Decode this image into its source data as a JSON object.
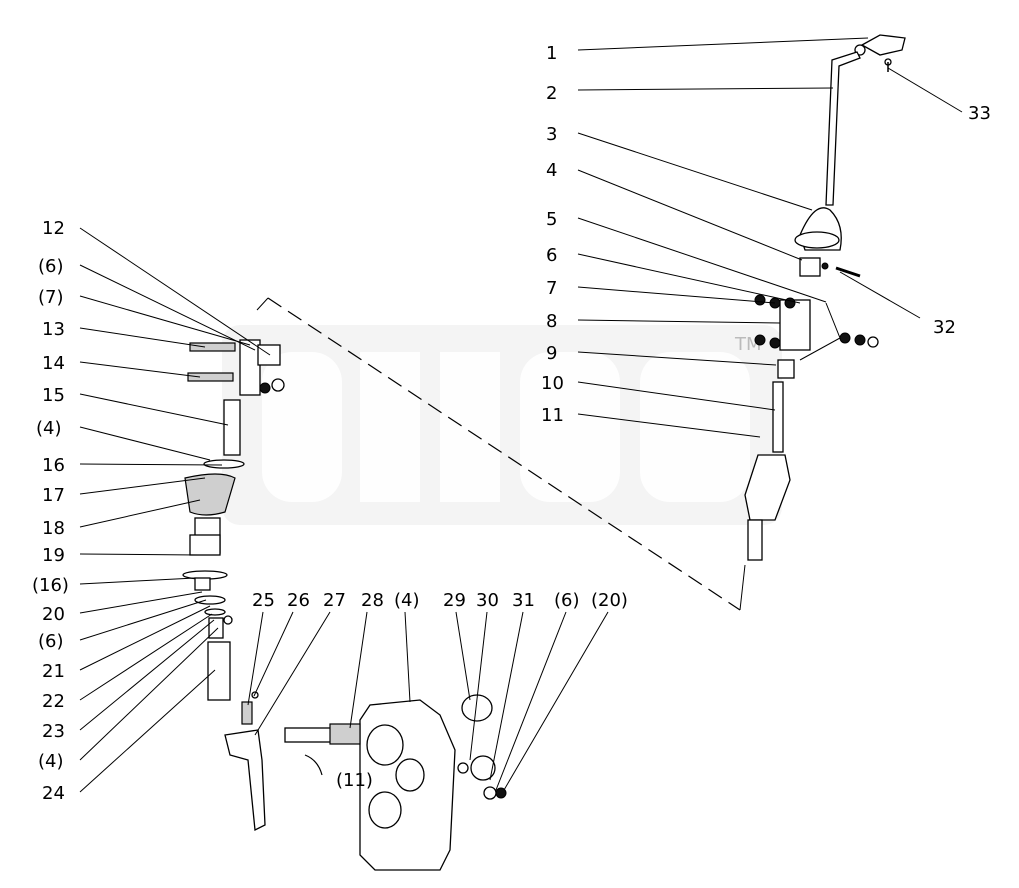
{
  "diagram": {
    "watermark_text": "TM",
    "callouts": [
      {
        "id": "c1",
        "text": "1"
      },
      {
        "id": "c2",
        "text": "2"
      },
      {
        "id": "c3",
        "text": "3"
      },
      {
        "id": "c4",
        "text": "4"
      },
      {
        "id": "c5",
        "text": "5"
      },
      {
        "id": "c6",
        "text": "6"
      },
      {
        "id": "c7",
        "text": "7"
      },
      {
        "id": "c8",
        "text": "8"
      },
      {
        "id": "c9",
        "text": "9"
      },
      {
        "id": "c10",
        "text": "10"
      },
      {
        "id": "c11",
        "text": "11"
      },
      {
        "id": "c32",
        "text": "32"
      },
      {
        "id": "c33",
        "text": "33"
      },
      {
        "id": "l12",
        "text": "12"
      },
      {
        "id": "l6",
        "text": "(6)"
      },
      {
        "id": "l7",
        "text": "(7)"
      },
      {
        "id": "l13",
        "text": "13"
      },
      {
        "id": "l14",
        "text": "14"
      },
      {
        "id": "l15",
        "text": "15"
      },
      {
        "id": "l4a",
        "text": "(4)"
      },
      {
        "id": "l16",
        "text": "16"
      },
      {
        "id": "l17",
        "text": "17"
      },
      {
        "id": "l18",
        "text": "18"
      },
      {
        "id": "l19",
        "text": "19"
      },
      {
        "id": "l16b",
        "text": "(16)"
      },
      {
        "id": "l20",
        "text": "20"
      },
      {
        "id": "l6b",
        "text": "(6)"
      },
      {
        "id": "l21",
        "text": "21"
      },
      {
        "id": "l22",
        "text": "22"
      },
      {
        "id": "l23",
        "text": "23"
      },
      {
        "id": "l4b",
        "text": "(4)"
      },
      {
        "id": "l24",
        "text": "24"
      },
      {
        "id": "b25",
        "text": "25"
      },
      {
        "id": "b26",
        "text": "26"
      },
      {
        "id": "b27",
        "text": "27"
      },
      {
        "id": "b28",
        "text": "28"
      },
      {
        "id": "b4",
        "text": "(4)"
      },
      {
        "id": "b29",
        "text": "29"
      },
      {
        "id": "b30",
        "text": "30"
      },
      {
        "id": "b31",
        "text": "31"
      },
      {
        "id": "b6",
        "text": "(6)"
      },
      {
        "id": "b20",
        "text": "(20)"
      },
      {
        "id": "b11",
        "text": "(11)"
      }
    ]
  }
}
